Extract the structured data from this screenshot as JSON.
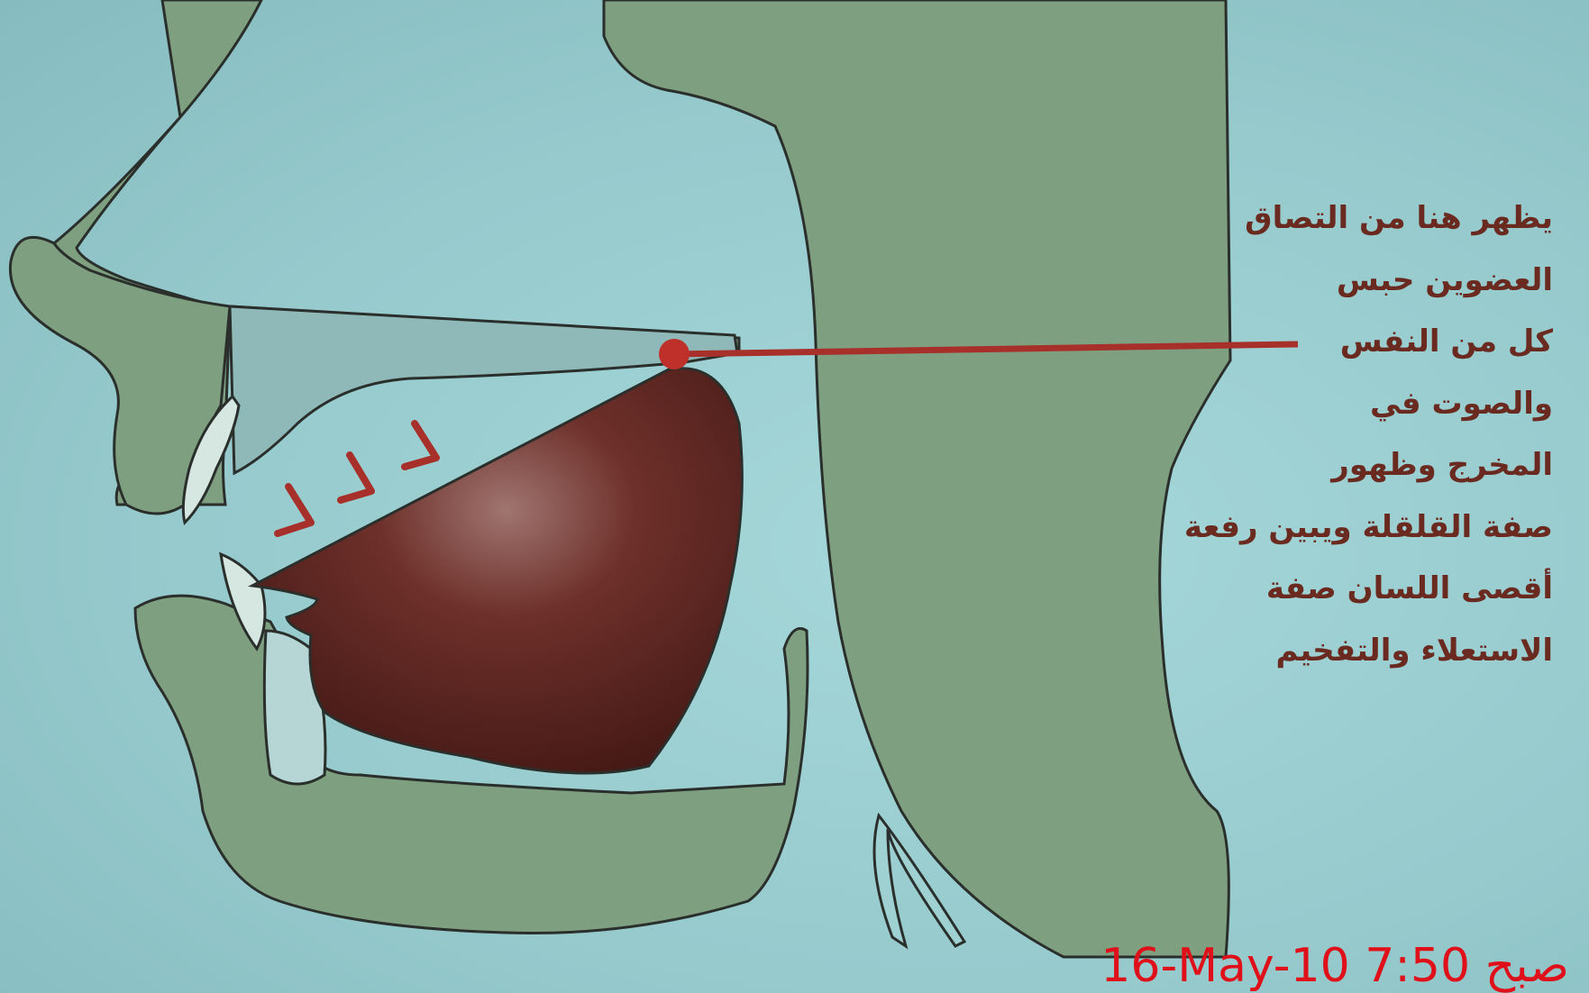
{
  "annotation": {
    "lines": [
      "يظهر هنا من التصاق",
      "العضوين حبس",
      "كل من النفس",
      "والصوت في",
      "المخرج وظهور",
      "صفة القلقلة ويبين رفعة",
      "أقصى اللسان صفة",
      "الاستعلاء والتفخيم"
    ]
  },
  "timestamp": {
    "date_time": "16-May-10 7:50",
    "meridiem": "صبح"
  },
  "colors": {
    "background": "#9fd0d2",
    "tissue": "#7e9f80",
    "outline": "#2a2f2c",
    "tongue": "#5a2420",
    "marker": "#a8302a",
    "caption": "#6b2a1f",
    "stamp": "#e0101a"
  }
}
